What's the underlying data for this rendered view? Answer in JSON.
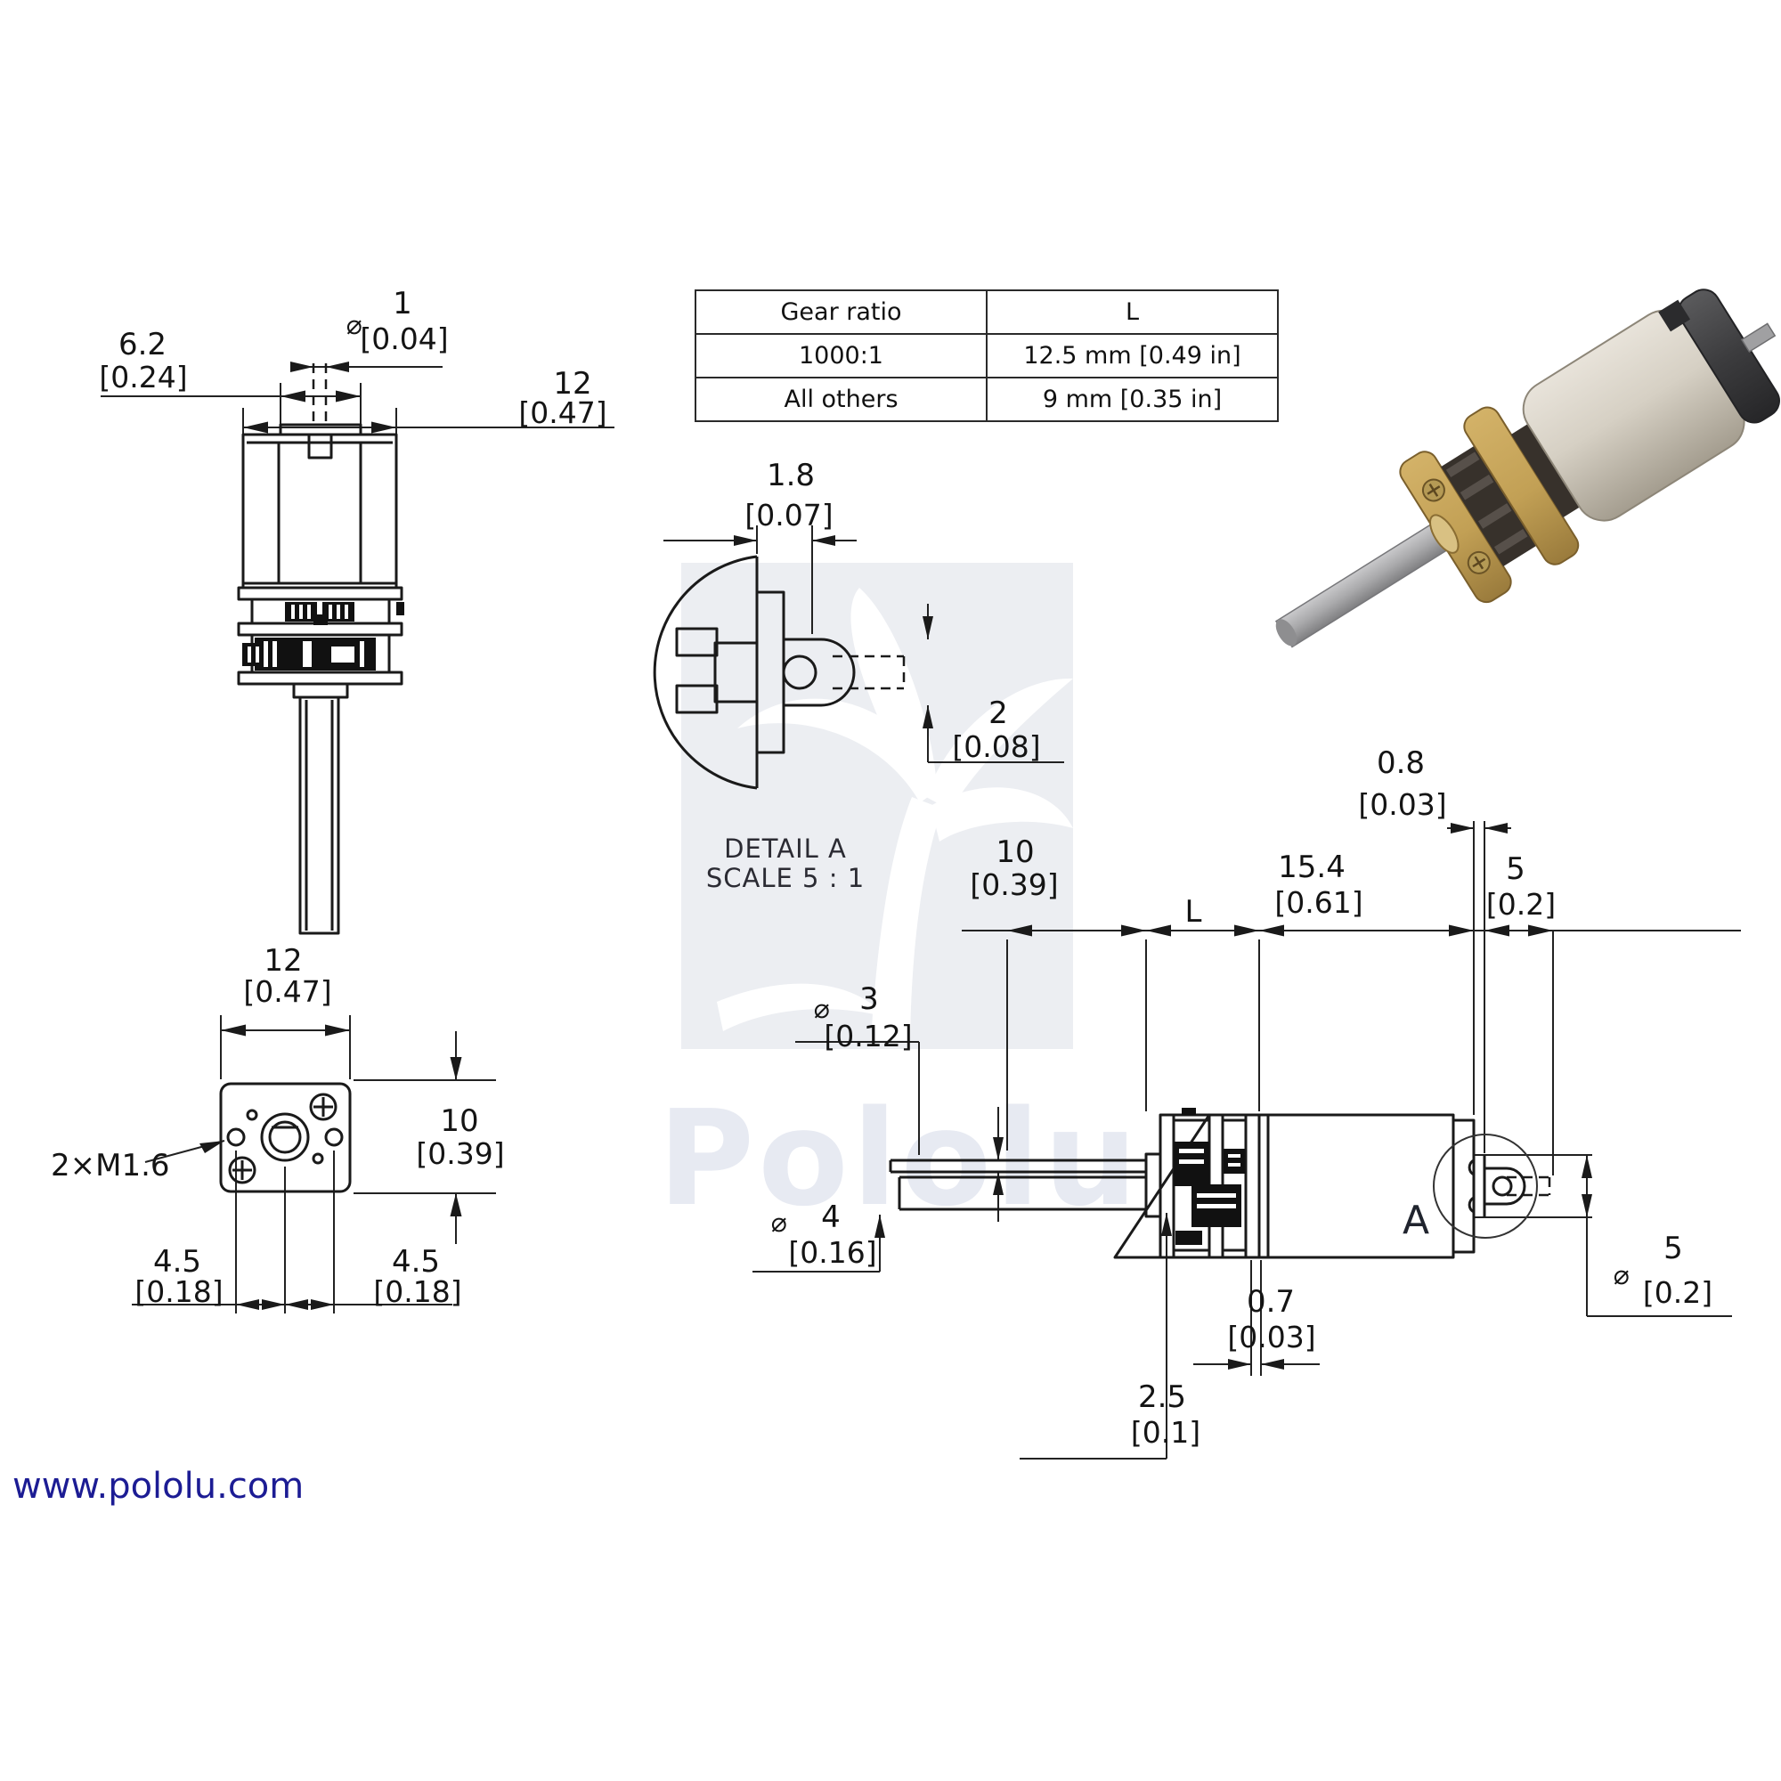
{
  "window": {
    "title": "Pololu micro metal gearmotor dimension diagram"
  },
  "table": {
    "headers": [
      "Gear ratio",
      "L"
    ],
    "rows": [
      [
        "1000:1",
        "12.5 mm [0.49 in]"
      ],
      [
        "All others",
        "9 mm [0.35 in]"
      ]
    ]
  },
  "detail_label": {
    "line1": "DETAIL A",
    "line2": "SCALE 5 : 1"
  },
  "callout_a": "A",
  "front_view_note": "2×M1.6",
  "phi": "⌀",
  "dims": {
    "d62": {
      "mm": "6.2",
      "in": "[0.24]"
    },
    "dia1": {
      "mm": "1",
      "in": "[0.04]"
    },
    "d12": {
      "mm": "12",
      "in": "[0.47]"
    },
    "f12": {
      "mm": "12",
      "in": "[0.47]"
    },
    "f10": {
      "mm": "10",
      "in": "[0.39]"
    },
    "f45": {
      "mm": "4.5",
      "in": "[0.18]"
    },
    "d18": {
      "mm": "1.8",
      "in": "[0.07]"
    },
    "d2": {
      "mm": "2",
      "in": "[0.08]"
    },
    "s10": {
      "mm": "10",
      "in": "[0.39]"
    },
    "sL": {
      "mm": "L"
    },
    "s154": {
      "mm": "15.4",
      "in": "[0.61]"
    },
    "s08": {
      "mm": "0.8",
      "in": "[0.03]"
    },
    "s5": {
      "mm": "5",
      "in": "[0.2]"
    },
    "dia3": {
      "mm": "3",
      "in": "[0.12]"
    },
    "dia4": {
      "mm": "4",
      "in": "[0.16]"
    },
    "s07": {
      "mm": "0.7",
      "in": "[0.03]"
    },
    "s25": {
      "mm": "2.5",
      "in": "[0.1]"
    },
    "dia5": {
      "mm": "5",
      "in": "[0.2]"
    }
  },
  "watermark": {
    "logo_text": "Pololu"
  },
  "footer": {
    "website": "www.pololu.com"
  },
  "colors": {
    "line": "#1a1a1a",
    "link_blue": "#1c1c94",
    "watermark_gray": "#eceef2",
    "brass": "#c9a85c"
  }
}
